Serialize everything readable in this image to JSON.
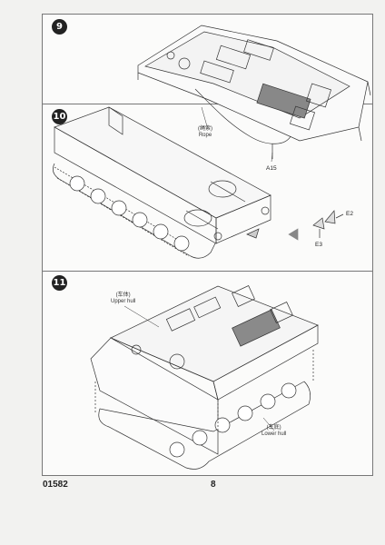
{
  "steps": [
    {
      "number": "9"
    },
    {
      "number": "10"
    },
    {
      "number": "11"
    }
  ],
  "step9": {
    "rope_cn": "(绳索)",
    "rope_en": "Rope",
    "part_a15": "A15"
  },
  "step10": {
    "part_e2": "E2",
    "part_e3": "E3"
  },
  "step11": {
    "upper_hull_cn": "(车体)",
    "upper_hull_en": "Upper hull",
    "lower_hull_cn": "(车底)",
    "lower_hull_en": "Lower hull"
  },
  "footer": {
    "kit_number": "01582",
    "page_number": "8"
  }
}
